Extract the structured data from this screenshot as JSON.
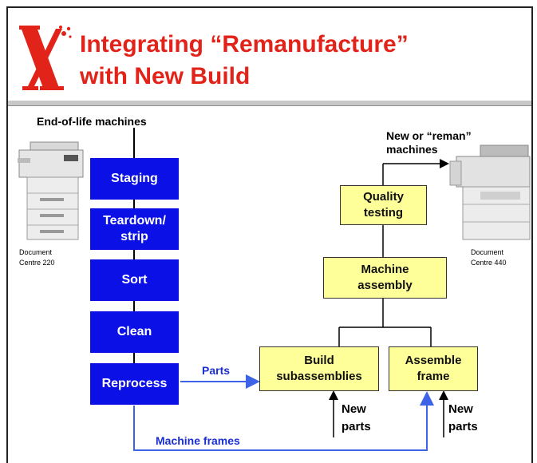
{
  "title": {
    "line1": "Integrating “Remanufacture”",
    "line2": "with New Build"
  },
  "logo": {
    "icon": "xerox-x-logo",
    "color": "#e2231a"
  },
  "input_label": "End-of-life machines",
  "output_label": "New or “reman”\nmachines",
  "left_machine_caption": "Document\nCentre 220",
  "right_machine_caption": "Document\nCentre 440",
  "process_steps": [
    {
      "label": "Staging"
    },
    {
      "label": "Teardown/\nstrip"
    },
    {
      "label": "Sort"
    },
    {
      "label": "Clean"
    },
    {
      "label": "Reprocess"
    }
  ],
  "assembly_boxes": {
    "quality": "Quality\ntesting",
    "machine": "Machine\nassembly",
    "subassemblies": "Build\nsubassemblies",
    "frame": "Assemble\nframe"
  },
  "flows": {
    "parts": "Parts",
    "machine_frames": "Machine frames",
    "new_parts_1": "New\nparts",
    "new_parts_2": "New\nparts"
  },
  "colors": {
    "process_box": "#0a10e6",
    "assembly_box": "#ffff99",
    "title": "#e2231a",
    "flow_arrow": "#3d63e6"
  }
}
